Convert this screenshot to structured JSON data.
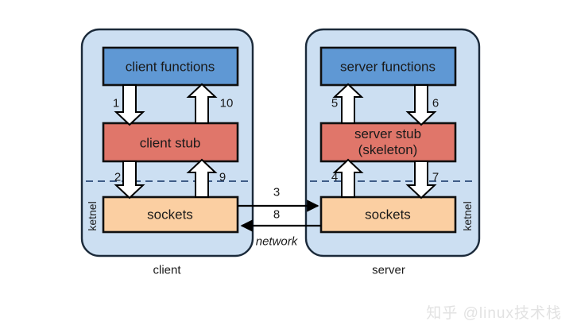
{
  "diagram": {
    "title": "RPC client/server stub and socket layering",
    "colors": {
      "panel_fill": "#ccdff2",
      "panel_stroke": "#1b2a3a",
      "functions_fill": "#5f98d4",
      "stub_fill": "#e0766a",
      "sockets_fill": "#fbcfa2",
      "box_stroke": "#101010",
      "arrow_fill": "#ffffff",
      "arrow_stroke": "#000000",
      "dashed_line": "#2b4a78",
      "text": "#1a1a1a",
      "watermark": "#e2e2e2"
    },
    "panels": [
      {
        "id": "client",
        "caption": "client",
        "side_caption": "ketnel",
        "boxes": [
          {
            "id": "client-functions",
            "label": "client functions",
            "kind": "functions"
          },
          {
            "id": "client-stub",
            "label": "client stub",
            "kind": "stub"
          },
          {
            "id": "client-sockets",
            "label": "sockets",
            "kind": "sockets"
          }
        ]
      },
      {
        "id": "server",
        "caption": "server",
        "side_caption": "ketnel",
        "boxes": [
          {
            "id": "server-functions",
            "label": "server functions",
            "kind": "functions"
          },
          {
            "id": "server-stub",
            "label": "server stub",
            "label_line2": "(skeleton)",
            "kind": "stub"
          },
          {
            "id": "server-sockets",
            "label": "sockets",
            "kind": "sockets"
          }
        ]
      }
    ],
    "steps": [
      {
        "n": "1",
        "from": "client-functions",
        "to": "client-stub",
        "direction": "down"
      },
      {
        "n": "2",
        "from": "client-stub",
        "to": "client-sockets",
        "direction": "down"
      },
      {
        "n": "3",
        "from": "client-sockets",
        "to": "server-sockets",
        "direction": "right"
      },
      {
        "n": "4",
        "from": "server-sockets",
        "to": "server-stub",
        "direction": "up"
      },
      {
        "n": "5",
        "from": "server-stub",
        "to": "server-functions",
        "direction": "up"
      },
      {
        "n": "6",
        "from": "server-functions",
        "to": "server-stub",
        "direction": "down"
      },
      {
        "n": "7",
        "from": "server-stub",
        "to": "server-sockets",
        "direction": "down"
      },
      {
        "n": "8",
        "from": "server-sockets",
        "to": "client-sockets",
        "direction": "left"
      },
      {
        "n": "9",
        "from": "client-sockets",
        "to": "client-stub",
        "direction": "up"
      },
      {
        "n": "10",
        "from": "client-stub",
        "to": "client-functions",
        "direction": "up"
      }
    ],
    "network_label": "network",
    "watermark": "知乎 @linux技术栈"
  }
}
